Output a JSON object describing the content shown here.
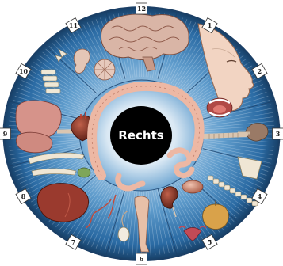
{
  "pupil_label": "Rechts",
  "clock_labels": [
    "1",
    "2",
    "3",
    "4",
    "5",
    "6",
    "7",
    "8",
    "9",
    "10",
    "11",
    "12"
  ],
  "colors": {
    "iris_outer": "#1f5f96",
    "iris_mid": "#5f9ccc",
    "iris_light": "#cfe3f2",
    "pupil": "#000000",
    "rim": "#1b3f66",
    "organ_flesh": "#d49a83",
    "organ_dark": "#8a3a2a",
    "bone": "#e9e2cf",
    "intestine": "#ecb9a6"
  },
  "organ_icons": [
    "brain-icon",
    "face-profile-icon",
    "mouth-icon",
    "thyroid-icon",
    "shoulder-icon",
    "spine-icon",
    "bladder-icon",
    "uterus-icon",
    "kidney-icon",
    "leg-icon",
    "testis-icon",
    "lung-icon",
    "liver-icon",
    "heart-icon",
    "ear-icon",
    "vertebra-icon",
    "intestine-icon",
    "gallbladder-icon"
  ]
}
